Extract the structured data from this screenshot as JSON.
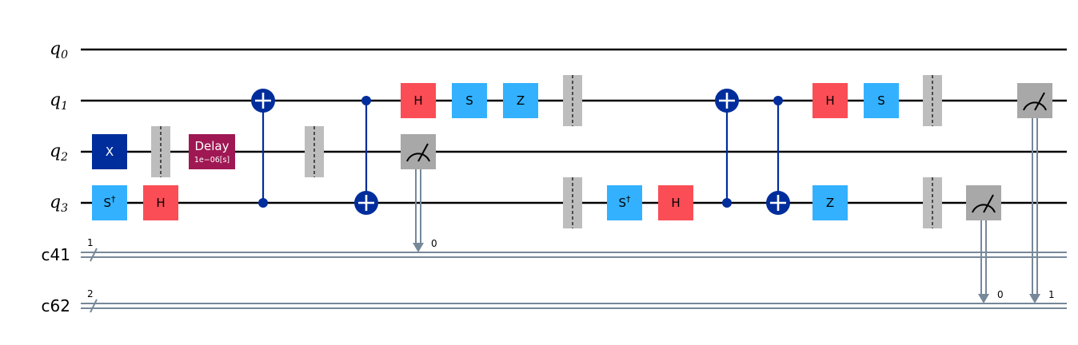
{
  "diagram": {
    "qubits": [
      {
        "name": "q",
        "index": "0"
      },
      {
        "name": "q",
        "index": "1"
      },
      {
        "name": "q",
        "index": "2"
      },
      {
        "name": "q",
        "index": "3"
      }
    ],
    "classical_registers": [
      {
        "name": "c41",
        "size": "1"
      },
      {
        "name": "c62",
        "size": "2"
      }
    ],
    "colors": {
      "pauli_x": "#002d9c",
      "hadamard": "#fa4d56",
      "clifford": "#33b1ff",
      "delay": "#9f1853",
      "barrier": "#bdbdbd",
      "measure": "#a8a8a8",
      "cnot": "#002d9c",
      "classical_wire": "#778899"
    },
    "gates": {
      "x_q2": "X",
      "sdg_q3": "S",
      "sdg_dagger": "†",
      "h_q3": "H",
      "delay_label": "Delay",
      "delay_param": "1e−06[s]",
      "h_q1_a": "H",
      "s_q1_a": "S",
      "z_q1_a": "Z",
      "sdg_q3_b": "S",
      "sdg_q3_b_dagger": "†",
      "h_q3_b": "H",
      "h_q1_b": "H",
      "s_q1_b": "S",
      "z_q3_b": "Z"
    },
    "measure_targets": {
      "m_q2": "0",
      "m_q3": "0",
      "m_q1": "1"
    }
  }
}
